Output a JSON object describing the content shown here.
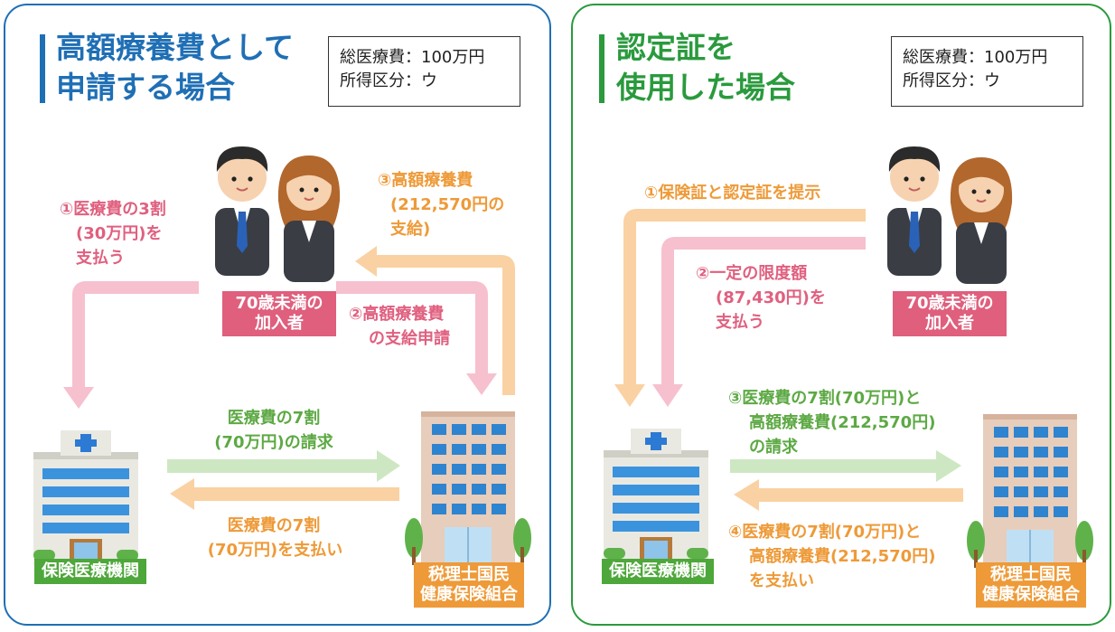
{
  "left_panel": {
    "title_line1": "高額療養費として",
    "title_line2": "申請する場合",
    "info_line1": "総医療費：100万円",
    "info_line2": "所得区分：ウ",
    "step1_line1": "①医療費の3割",
    "step1_line2": "(30万円)を",
    "step1_line3": "支払う",
    "step3_line1": "③高額療養費",
    "step3_line2": "(212,570円の",
    "step3_line3": "支給)",
    "step2_line1": "②高額療養費",
    "step2_line2": "の支給申請",
    "member_label_line1": "70歳未満の",
    "member_label_line2": "加入者",
    "claim_line1": "医療費の7割",
    "claim_line2": "(70万円)の請求",
    "pay_line1": "医療費の7割",
    "pay_line2": "(70万円)を支払い",
    "hospital_label": "保険医療機関",
    "union_label_line1": "税理士国民",
    "union_label_line2": "健康保険組合"
  },
  "right_panel": {
    "title_line1": "認定証を",
    "title_line2": "使用した場合",
    "info_line1": "総医療費：100万円",
    "info_line2": "所得区分：ウ",
    "step1": "①保険証と認定証を提示",
    "step2_line1": "②一定の限度額",
    "step2_line2": "(87,430円)を",
    "step2_line3": "支払う",
    "member_label_line1": "70歳未満の",
    "member_label_line2": "加入者",
    "step3_line1": "③医療費の7割(70万円)と",
    "step3_line2": "高額療養費(212,570円)",
    "step3_line3": "の請求",
    "step4_line1": "④医療費の7割(70万円)と",
    "step4_line2": "高額療養費(212,570円)",
    "step4_line3": "を支払い",
    "hospital_label": "保険医療機関",
    "union_label_line1": "税理士国民",
    "union_label_line2": "健康保険組合"
  },
  "colors": {
    "left_border": "#1f6fb5",
    "right_border": "#2a9a3d",
    "pink": "#e0607f",
    "orange": "#ee9a38",
    "green": "#5da944"
  }
}
